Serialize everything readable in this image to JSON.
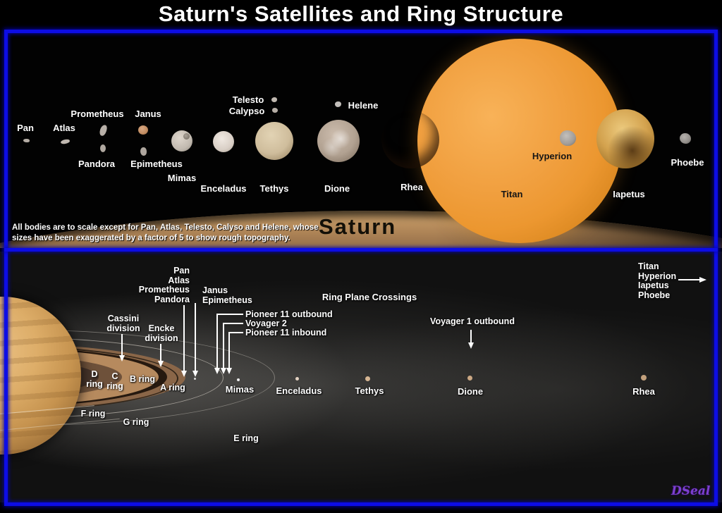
{
  "title": "Saturn's Satellites and Ring Structure",
  "colors": {
    "frame_blue": "#0d0de6",
    "titan_orange": "#ef9c36",
    "surface_tan": "#c9a26c",
    "iapetus_gold": "#d3a24e",
    "signature_purple": "#7d3fd0"
  },
  "top_panel": {
    "labels": {
      "pan": "Pan",
      "atlas": "Atlas",
      "prometheus": "Prometheus",
      "janus": "Janus",
      "pandora": "Pandora",
      "epimetheus": "Epimetheus",
      "mimas": "Mimas",
      "enceladus": "Enceladus",
      "telesto": "Telesto",
      "calypso": "Calypso",
      "tethys": "Tethys",
      "helene": "Helene",
      "dione": "Dione",
      "rhea": "Rhea",
      "titan": "Titan",
      "hyperion": "Hyperion",
      "iapetus": "Iapetus",
      "phoebe": "Phoebe",
      "saturn": "Saturn"
    },
    "disclaimer_line1": "All bodies are to scale except for Pan, Atlas, Telesto, Calyso and Helene, whose",
    "disclaimer_line2": "sizes have been exaggerated by a factor of 5 to show rough topography."
  },
  "bottom_panel": {
    "inner_moon_stack": [
      "Pan",
      "Atlas",
      "Prometheus",
      "Pandora"
    ],
    "coorbital_stack": [
      "Janus",
      "Epimetheus"
    ],
    "divisions": {
      "cassini_l1": "Cassini",
      "cassini_l2": "division",
      "encke_l1": "Encke",
      "encke_l2": "division"
    },
    "probes": {
      "pioneer11_outbound": "Pioneer 11 outbound",
      "voyager2": "Voyager 2",
      "pioneer11_inbound": "Pioneer 11 inbound",
      "voyager1_outbound": "Voyager 1 outbound"
    },
    "ring_plane_heading": "Ring Plane Crossings",
    "rings": {
      "d_l1": "D",
      "d_l2": "ring",
      "c_l1": "C",
      "c_l2": "ring",
      "b": "B ring",
      "a": "A ring",
      "f": "F ring",
      "g": "G ring",
      "e": "E ring"
    },
    "moons": {
      "mimas": "Mimas",
      "enceladus": "Enceladus",
      "tethys": "Tethys",
      "dione": "Dione",
      "rhea": "Rhea"
    },
    "outer_moon_stack": [
      "Titan",
      "Hyperion",
      "Iapetus",
      "Phoebe"
    ]
  },
  "signature": "DSeal"
}
